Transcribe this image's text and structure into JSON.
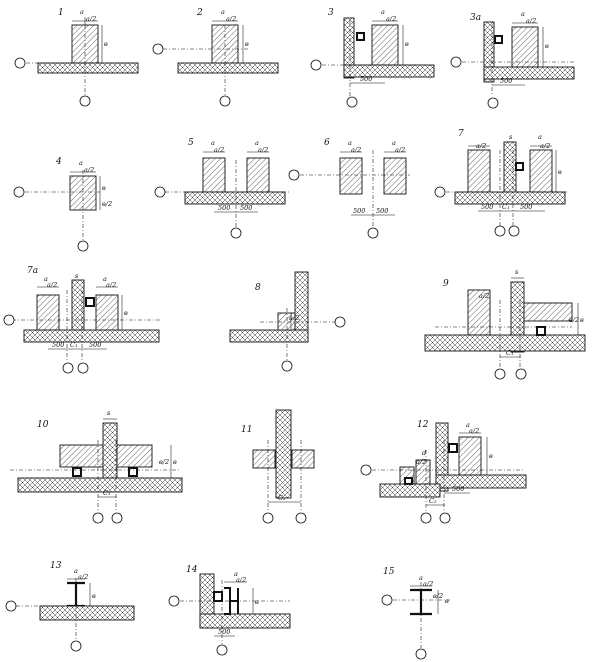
{
  "sheet": {
    "title": "",
    "labels": {
      "a": "a",
      "a2": "a/2",
      "b": "в",
      "b2": "в/2",
      "s": "s",
      "d": "d",
      "c1": "C₁",
      "c2": "C₂",
      "d500": "500",
      "d500b": "500"
    }
  },
  "diagrams": [
    {
      "id": "1",
      "number": "1"
    },
    {
      "id": "2",
      "number": "2"
    },
    {
      "id": "3",
      "number": "3"
    },
    {
      "id": "3a",
      "number": "3a"
    },
    {
      "id": "4",
      "number": "4"
    },
    {
      "id": "5",
      "number": "5"
    },
    {
      "id": "6",
      "number": "6"
    },
    {
      "id": "7",
      "number": "7"
    },
    {
      "id": "7a",
      "number": "7a"
    },
    {
      "id": "8",
      "number": "8"
    },
    {
      "id": "9",
      "number": "9"
    },
    {
      "id": "10",
      "number": "10"
    },
    {
      "id": "11",
      "number": "11"
    },
    {
      "id": "12",
      "number": "12"
    },
    {
      "id": "13",
      "number": "13"
    },
    {
      "id": "14",
      "number": "14"
    },
    {
      "id": "15",
      "number": "15"
    }
  ]
}
